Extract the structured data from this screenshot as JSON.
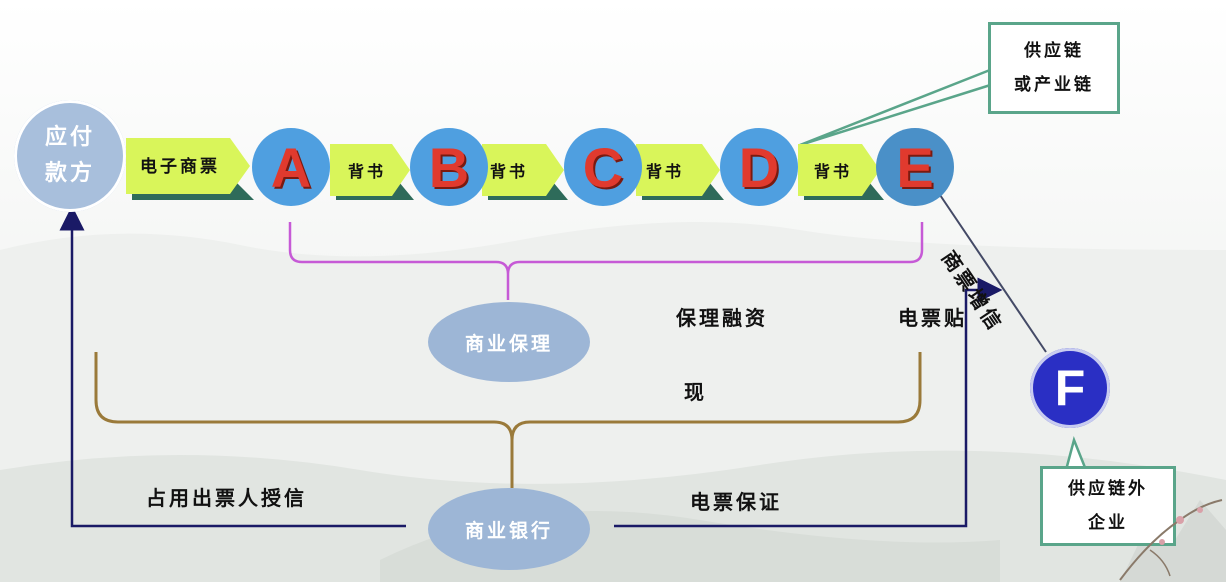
{
  "nodes": {
    "source": {
      "line1": "应付",
      "line2": "款方"
    },
    "A": "A",
    "B": "B",
    "C": "C",
    "D": "D",
    "E": "E",
    "F": "F"
  },
  "arrows": {
    "first": "电子商票",
    "endorse_ab": "背书",
    "endorse_bc": "背书",
    "endorse_cd": "背书",
    "endorse_de": "背书"
  },
  "callouts": {
    "supply_chain": {
      "line1": "供应链",
      "line2": "或产业链"
    },
    "outside": {
      "line1": "供应链外",
      "line2": "企业"
    }
  },
  "labels": {
    "factoring": "商业保理",
    "factoring_finance_line1": "保理融资",
    "factoring_finance_line2": "现",
    "discount": "电票贴",
    "bank": "商业银行",
    "drawer_credit": "占用出票人授信",
    "guarantee": "电票保证",
    "commercial_credit": "商票增信"
  },
  "colors": {
    "node_blue": "#4f9fe0",
    "letter_red": "#e03a2e",
    "arrow_green": "#d9f55a",
    "arrow_shadow": "#2e6b5a",
    "oval_blue": "#9db6d6",
    "f_circle": "#2a2fc4",
    "bracket_purple": "#c65ad6",
    "bracket_brown": "#9a7a3a",
    "line_navy": "#1a1a66",
    "callout_green": "#5aa58a"
  }
}
